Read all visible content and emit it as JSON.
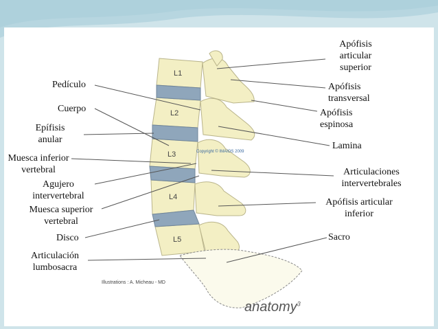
{
  "colors": {
    "background": "#cfe4ea",
    "bone": "#f3efc4",
    "disc": "#8fa6bb",
    "line": "#555555"
  },
  "labels": {
    "apofisis_articular_superior": [
      "Apófisis",
      "articular",
      "superior"
    ],
    "apofisis_transversal": [
      "Apófisis",
      "transversal"
    ],
    "apofisis_espinosa": [
      "Apófisis",
      "espinosa"
    ],
    "lamina": "Lamina",
    "articulaciones_intervertebrales": [
      "Articulaciones",
      "intervertebrales"
    ],
    "apofisis_articular_inferior": [
      "Apófisis articular",
      "inferior"
    ],
    "sacro": "Sacro",
    "pediculo": "Pedículo",
    "cuerpo": "Cuerpo",
    "epifisis_anular": [
      "Epífisis",
      "anular"
    ],
    "muesca_inferior": [
      "Muesca inferior",
      "vertebral"
    ],
    "agujero_intervertebral": [
      "Agujero",
      "intervertebral"
    ],
    "muesca_superior": [
      "Muesca superior",
      "vertebral"
    ],
    "disco": "Disco",
    "articulacion_lumbosacra": [
      "Articulación",
      "lumbosacra"
    ]
  },
  "levels": [
    "L1",
    "L2",
    "L3",
    "L4",
    "L5"
  ],
  "copyright": "Copyright © IMAIOS 2009",
  "credit": "Illustrations : A. Micheau - MD",
  "brand": "anatomy",
  "brand_sup": "3"
}
